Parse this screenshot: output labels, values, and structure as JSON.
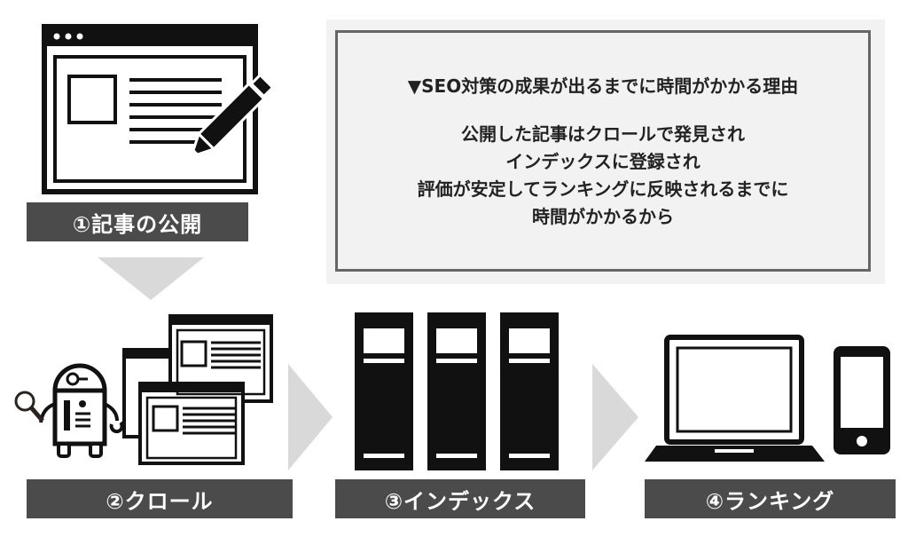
{
  "steps": [
    {
      "label": "①記事の公開"
    },
    {
      "label": "②クロール"
    },
    {
      "label": "③インデックス"
    },
    {
      "label": "④ランキング"
    }
  ],
  "note": {
    "title": "▼SEO対策の成果が出るまでに時間がかかる理由",
    "lines": [
      "公開した記事はクロールで発見され",
      "インデックスに登録され",
      "評価が安定してランキングに反映されるまでに",
      "時間がかかるから"
    ]
  },
  "colors": {
    "label_bg": "#4b4b4b",
    "arrow": "#d9d9d9",
    "note_bg": "#f2f2f2",
    "note_border": "#666666"
  }
}
